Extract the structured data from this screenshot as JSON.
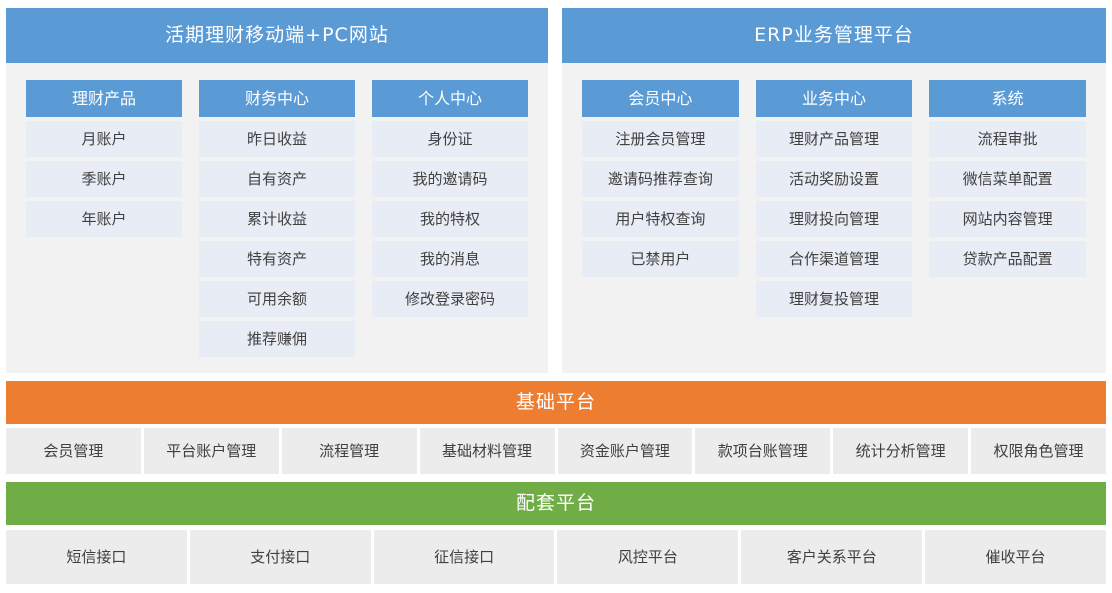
{
  "colors": {
    "blue": "#5b9bd5",
    "orange": "#ed7d31",
    "green": "#70ad47",
    "panel_bg": "#f2f2f2",
    "item_bg": "#e8ecf5",
    "platform_cell_bg": "#ececec"
  },
  "panels": [
    {
      "title": "活期理财移动端+PC网站",
      "columns": [
        {
          "header": "理财产品",
          "items": [
            "月账户",
            "季账户",
            "年账户"
          ]
        },
        {
          "header": "财务中心",
          "items": [
            "昨日收益",
            "自有资产",
            "累计收益",
            "特有资产",
            "可用余额",
            "推荐赚佣"
          ]
        },
        {
          "header": "个人中心",
          "items": [
            "身份证",
            "我的邀请码",
            "我的特权",
            "我的消息",
            "修改登录密码"
          ]
        }
      ]
    },
    {
      "title": "ERP业务管理平台",
      "columns": [
        {
          "header": "会员中心",
          "items": [
            "注册会员管理",
            "邀请码推荐查询",
            "用户特权查询",
            "已禁用户"
          ]
        },
        {
          "header": "业务中心",
          "items": [
            "理财产品管理",
            "活动奖励设置",
            "理财投向管理",
            "合作渠道管理",
            "理财复投管理"
          ]
        },
        {
          "header": "系统",
          "items": [
            "流程审批",
            "微信菜单配置",
            "网站内容管理",
            "贷款产品配置"
          ]
        }
      ]
    }
  ],
  "platforms": [
    {
      "title": "基础平台",
      "items": [
        "会员管理",
        "平台账户管理",
        "流程管理",
        "基础材料管理",
        "资金账户管理",
        "款项台账管理",
        "统计分析管理",
        "权限角色管理"
      ]
    },
    {
      "title": "配套平台",
      "items": [
        "短信接口",
        "支付接口",
        "征信接口",
        "风控平台",
        "客户关系平台",
        "催收平台"
      ]
    }
  ]
}
